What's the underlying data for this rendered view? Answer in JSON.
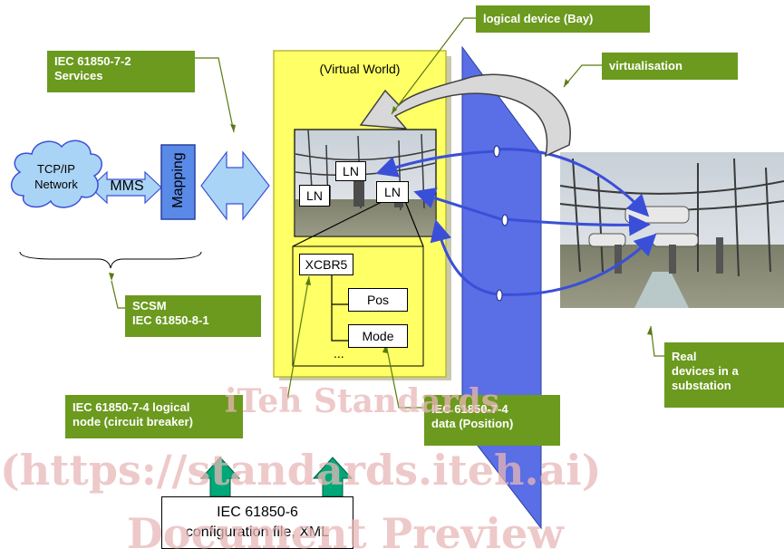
{
  "labels": {
    "logical_device": "logical device (Bay)",
    "virtualisation": "virtualisation",
    "services": "IEC 61850-7-2\nServices",
    "scsm": "SCSM\nIEC 61850-8-1",
    "logical_node": "IEC 61850-7-4 logical\nnode (circuit breaker)",
    "data_position": "IEC 61850-7-4\ndata (Position)",
    "real_devices": "Real\ndevices in a\nsubstation"
  },
  "virtual_world": "(Virtual World)",
  "network": {
    "cloud": "TCP/IP\nNetwork",
    "mms": "MMS",
    "mapping": "Mapping"
  },
  "ln": [
    "LN",
    "LN",
    "LN"
  ],
  "tree": {
    "root": "XCBR5",
    "pos": "Pos",
    "mode": "Mode",
    "more": "..."
  },
  "config": "IEC 61850-6\nconfiguration file, XML",
  "watermark": [
    "iTeh Standards",
    "(https://standards.iteh.ai)",
    "Document Preview"
  ],
  "colors": {
    "label_green": "#6b9a1e",
    "virtual_yellow": "#ffff66",
    "plane_blue": "#5a6ee6",
    "arrow_cyan": "#aad4f5",
    "up_arrow": "#00a878"
  }
}
